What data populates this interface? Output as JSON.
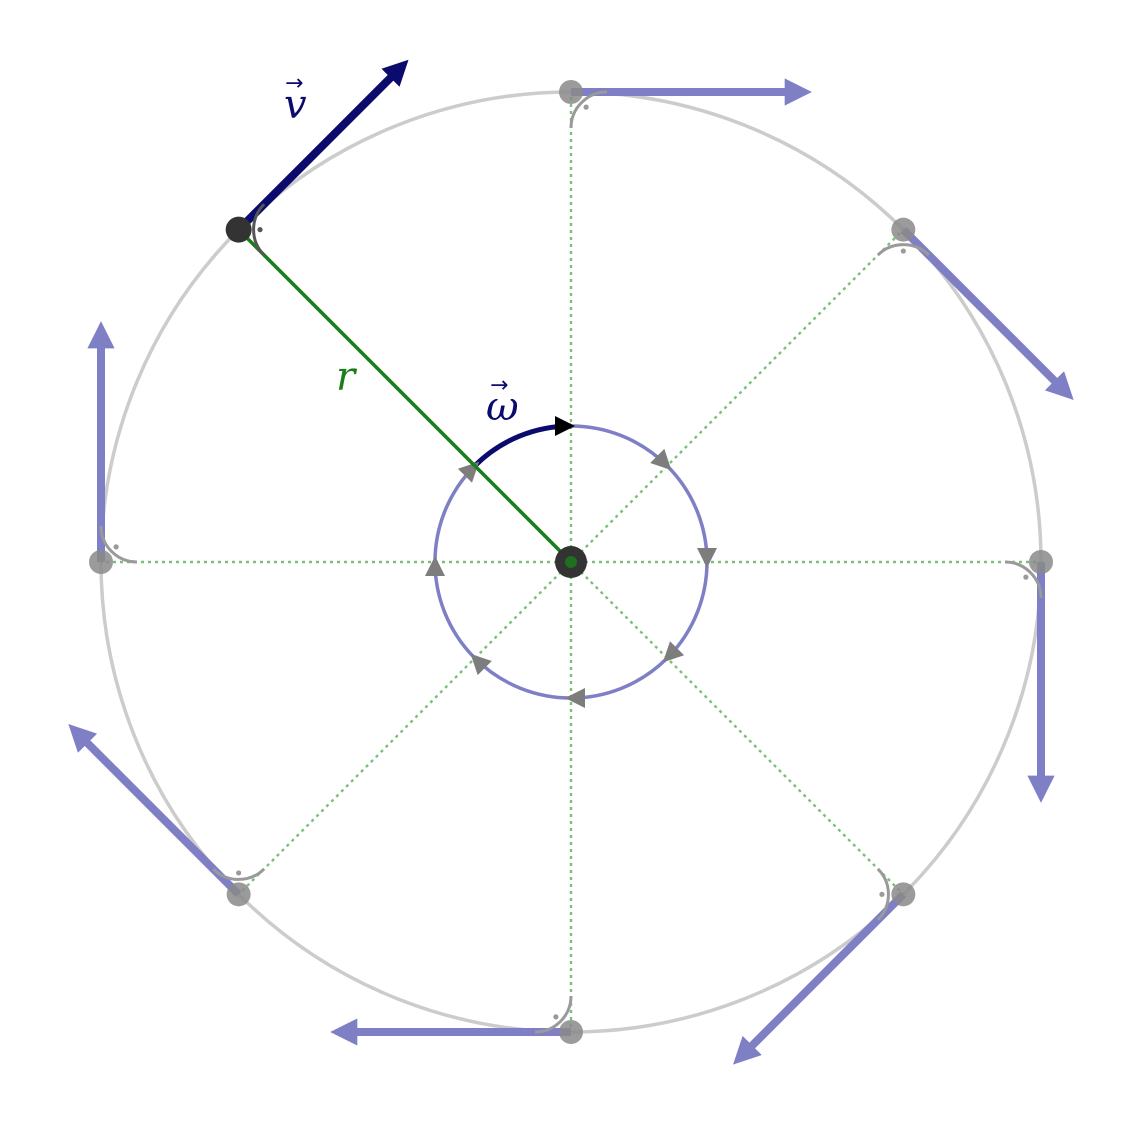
{
  "labels": {
    "velocity": "v",
    "radius": "r",
    "angular_velocity": "ω"
  },
  "colors": {
    "circle": "#cccccc",
    "radial_dotted": "#7bbf7b",
    "radius_line": "#1b7d1b",
    "velocity_current": "#0b0b6e",
    "velocity_ghost": "#7f7fc6",
    "omega_arc": "#7f7fc6",
    "omega_highlight": "#0b0b6e",
    "particle": "#333333",
    "particle_ghost": "#8a8a8a",
    "right_angle_marker": "#9a9a9a"
  },
  "diagram": {
    "positions_count": 8,
    "current_position_angle_deg": 135,
    "rotation": "clockwise"
  }
}
